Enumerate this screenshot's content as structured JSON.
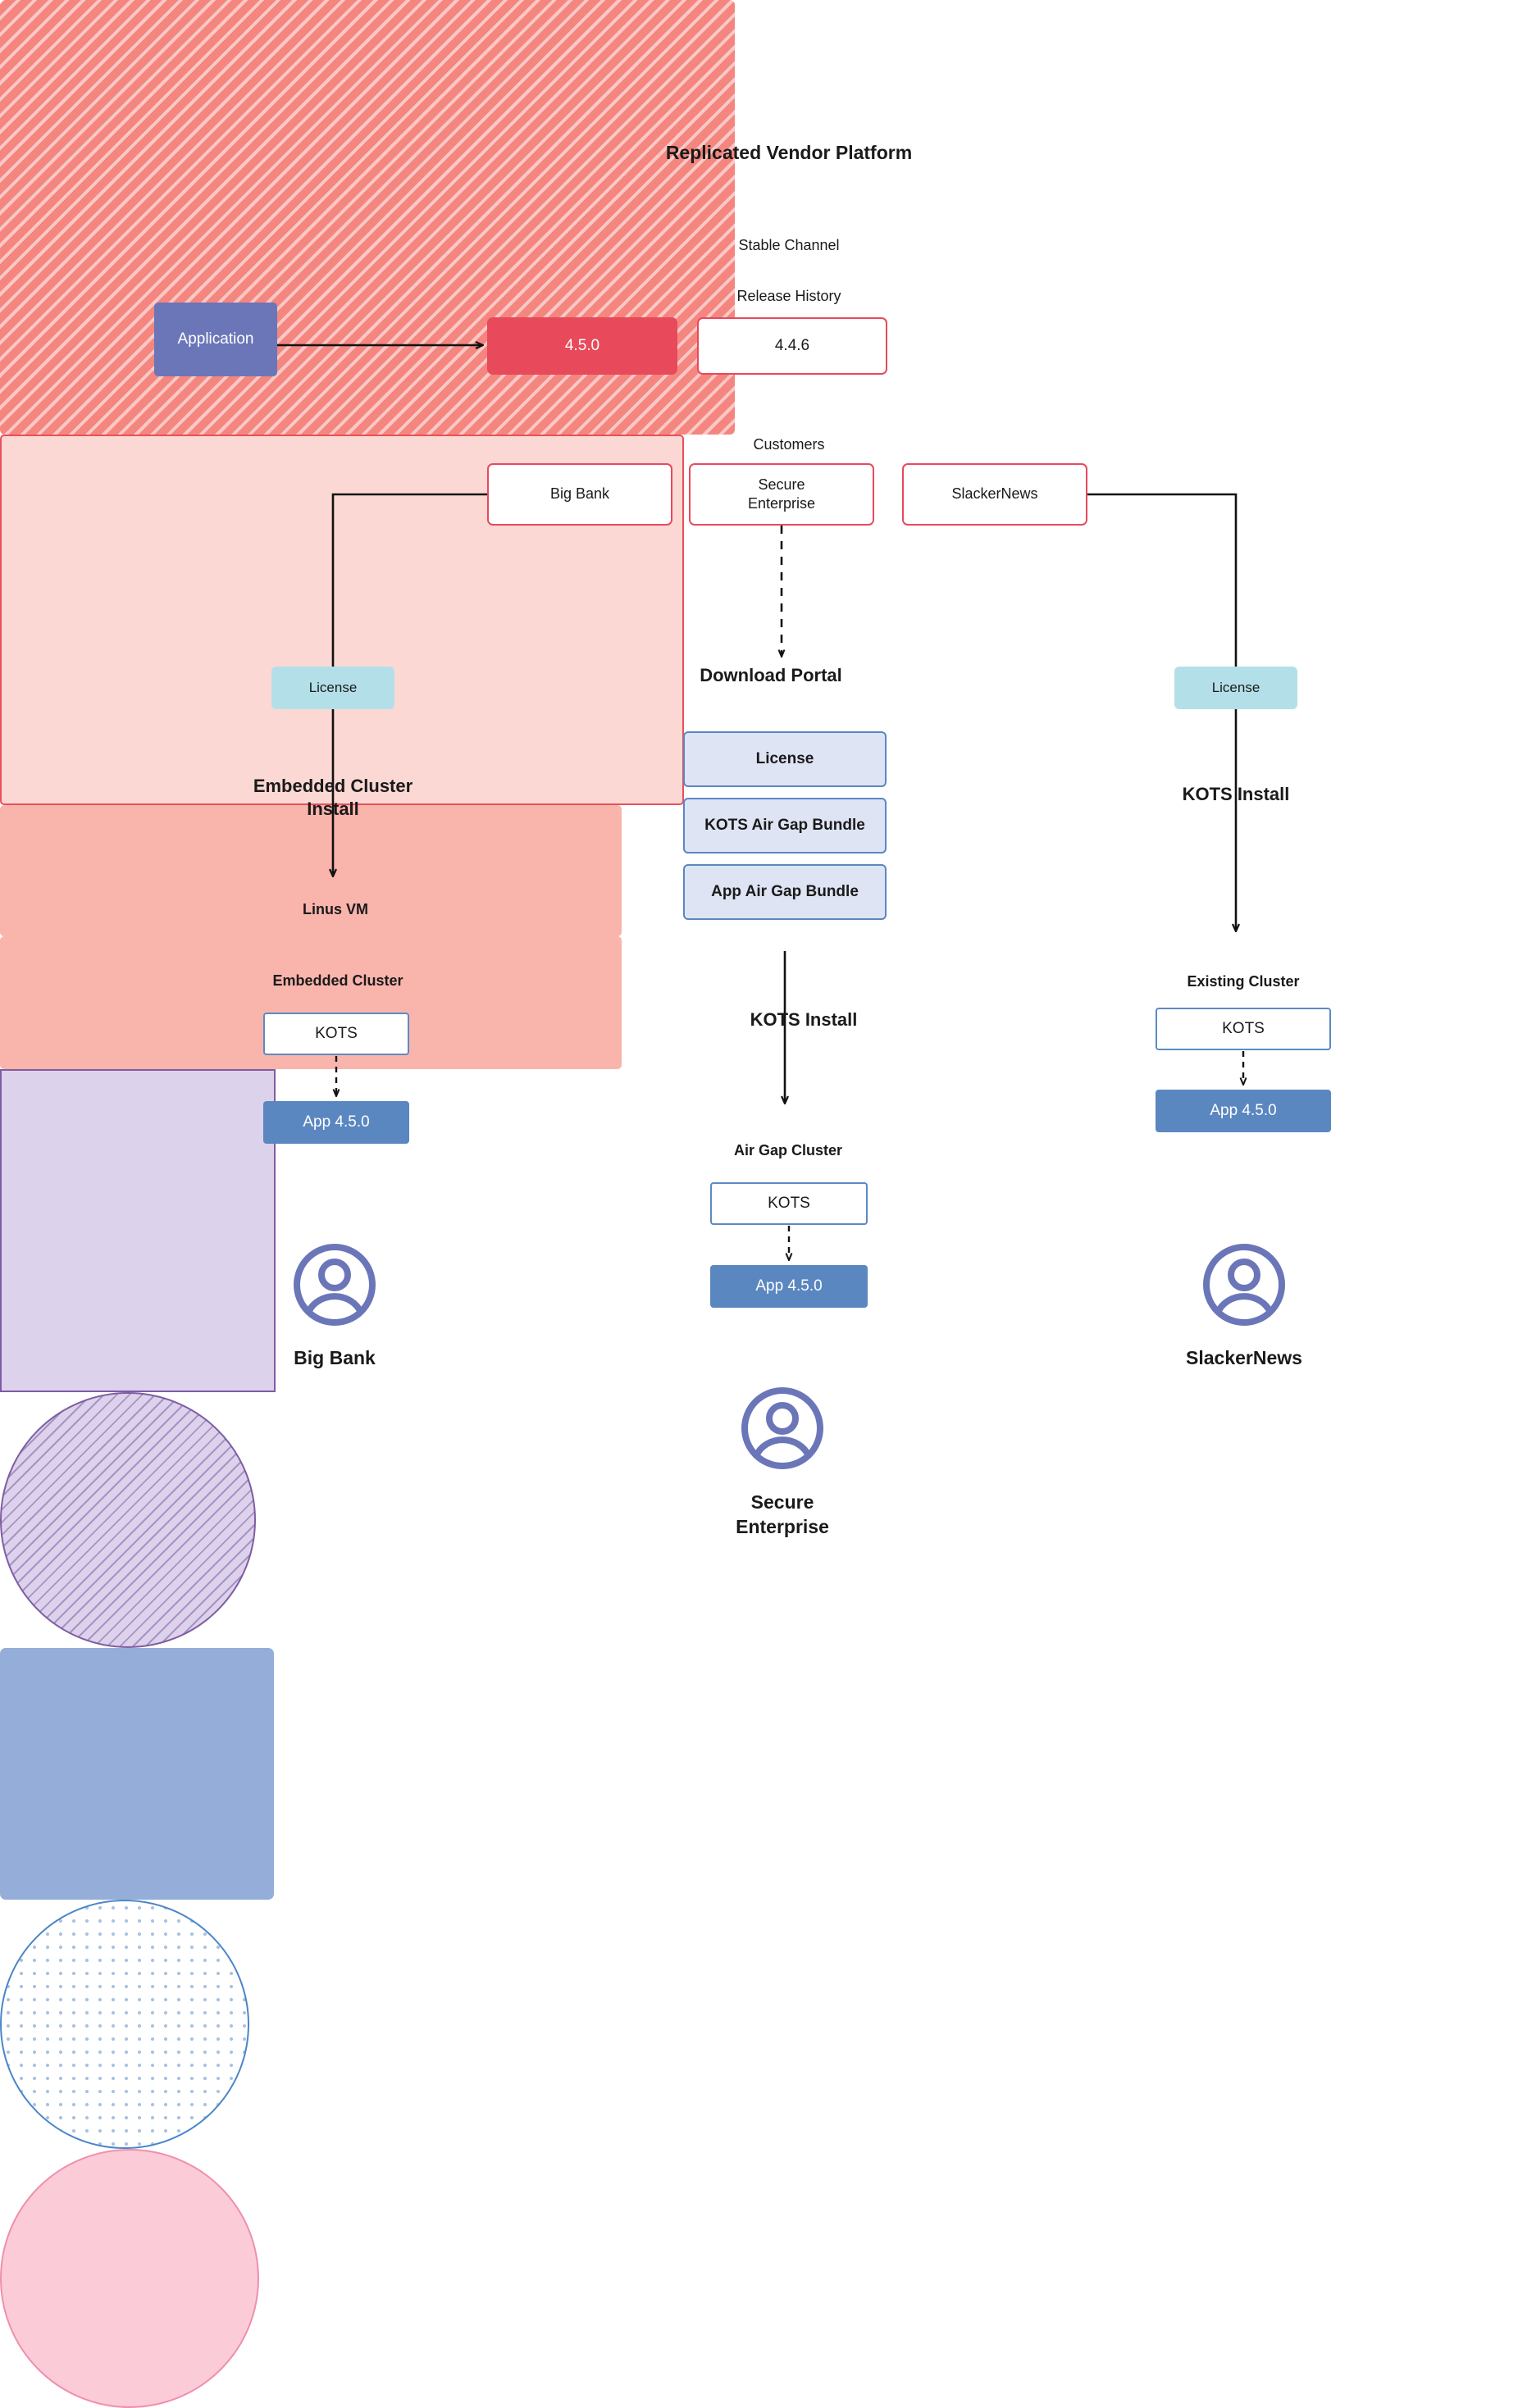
{
  "diagram": {
    "title": "Replicated Vendor Platform",
    "application": {
      "label": "Application"
    },
    "platform": {
      "stable_channel": {
        "label": "Stable Channel"
      },
      "release_history": {
        "label": "Release History",
        "releases": [
          {
            "version": "4.5.0",
            "state": "current"
          },
          {
            "version": "4.4.6",
            "state": "previous"
          }
        ]
      },
      "customers": {
        "label": "Customers",
        "items": [
          {
            "name": "Big Bank"
          },
          {
            "name": "Secure\nEnterprise"
          },
          {
            "name": "SlackerNews"
          }
        ]
      }
    },
    "license_left": {
      "label": "License"
    },
    "license_right": {
      "label": "License"
    },
    "flow_labels": {
      "embedded_cluster_install": "Embedded Cluster\nInstall",
      "kots_install_right": "KOTS Install",
      "kots_install_middle": "KOTS Install",
      "download_portal": "Download  Portal"
    },
    "left_path": {
      "vm_label": "Linus VM",
      "cluster_label": "Embedded Cluster",
      "kots_label": "KOTS",
      "app_label": "App 4.5.0"
    },
    "download_portal": {
      "items": [
        {
          "label": "License"
        },
        {
          "label": "KOTS Air Gap Bundle"
        },
        {
          "label": "App Air Gap Bundle"
        }
      ]
    },
    "middle_path": {
      "cluster_label": "Air Gap Cluster",
      "kots_label": "KOTS",
      "app_label": "App 4.5.0"
    },
    "right_path": {
      "cluster_label": "Existing Cluster",
      "kots_label": "KOTS",
      "app_label": "App 4.5.0"
    },
    "end_users": [
      {
        "icon": "user-avatar-icon",
        "name": "Big Bank"
      },
      {
        "icon": "user-avatar-icon",
        "name": "Secure\nEnterprise"
      },
      {
        "icon": "user-avatar-icon",
        "name": "SlackerNews"
      }
    ],
    "colors": {
      "platform_hatch": "#f4867f",
      "channel_fill": "#fbd8d4",
      "band_fill": "#f9b4ac",
      "release_current": "#e8495b",
      "release_border": "#e8495b",
      "application": "#6b76b8",
      "license": "#b3e0e8",
      "download_portal": "#95aed9",
      "portal_item": "#dfe4f4",
      "app_chip": "#5b87c0",
      "kots_border": "#5b8ac4",
      "vm_fill": "#ddd2ec",
      "vm_border": "#7f5ca3",
      "airgap_border": "#4a86c8",
      "airgap_dots": "#a9c3e3",
      "existing_cluster": "#fbccd8",
      "existing_cluster_border": "#ef8fae",
      "avatar": "#6b76b8",
      "connector": "#111111"
    }
  }
}
